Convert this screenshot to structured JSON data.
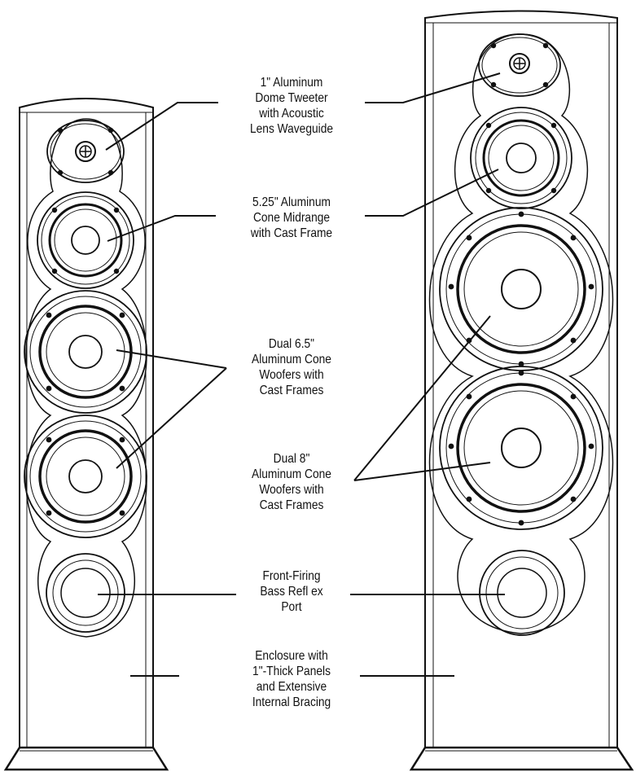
{
  "callouts": {
    "tweeter": [
      "1\" Aluminum",
      "Dome Tweeter",
      "with Acoustic",
      "Lens Waveguide"
    ],
    "midrange": [
      "5.25\" Aluminum",
      "Cone Midrange",
      "with Cast Frame"
    ],
    "woofers_small": [
      "Dual 6.5\"",
      "Aluminum Cone",
      "Woofers with",
      "Cast Frames"
    ],
    "woofers_large": [
      "Dual 8\"",
      "Aluminum Cone",
      "Woofers with",
      "Cast Frames"
    ],
    "port": [
      "Front-Firing",
      "Bass Refl ex",
      "Port"
    ],
    "enclosure": [
      "Enclosure with",
      "1\"-Thick Panels",
      "and Extensive",
      "Internal Bracing"
    ]
  }
}
